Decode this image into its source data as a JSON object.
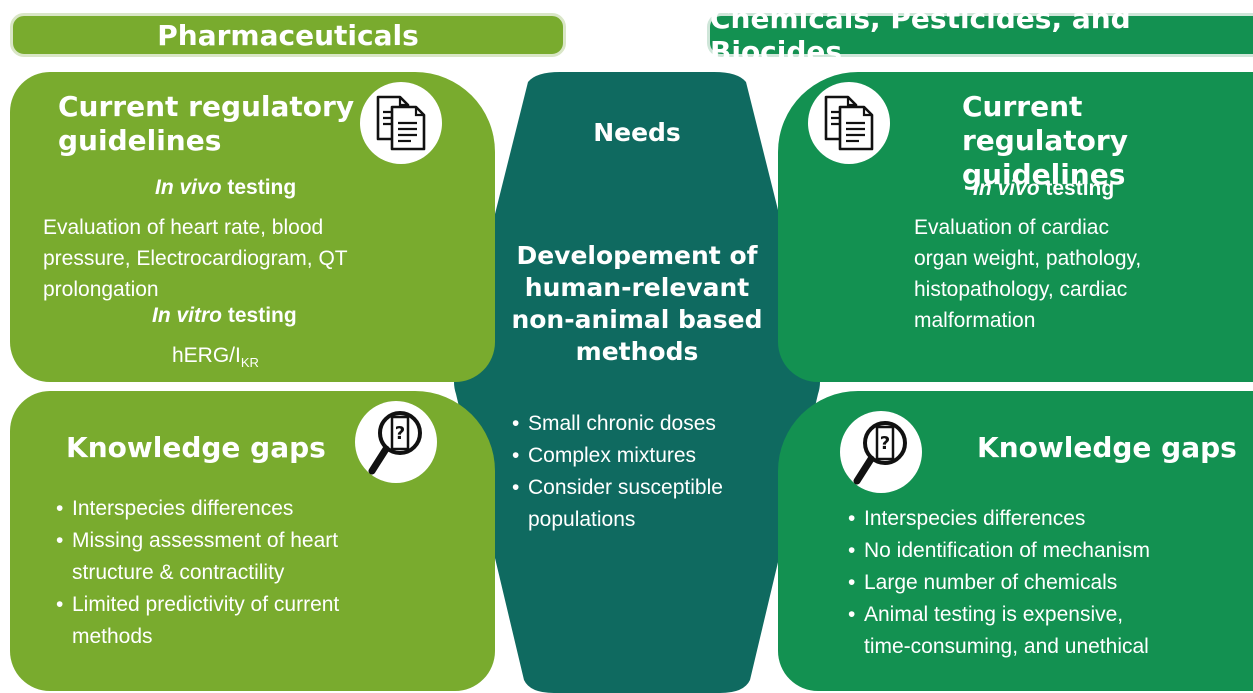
{
  "headers": {
    "left": "Pharmaceuticals",
    "right": "Chemicals, Pesticides, and Biocides"
  },
  "pharma": {
    "guidelines": {
      "title_line1": "Current regulatory",
      "title_line2": "guidelines",
      "invivo_italic": "In vivo",
      "invivo_rest": " testing",
      "invivo_lines": [
        "Evaluation of heart rate, blood",
        "pressure, Electrocardiogram, QT",
        "prolongation"
      ],
      "invitro_italic": "In vitro",
      "invitro_rest": " testing",
      "invitro_main": "hERG/I",
      "invitro_sub": "KR"
    },
    "gaps": {
      "title": "Knowledge gaps",
      "items": [
        [
          "Interspecies differences"
        ],
        [
          "Missing assessment of heart",
          "structure & contractility"
        ],
        [
          "Limited predictivity of current",
          "methods"
        ]
      ]
    }
  },
  "center": {
    "title": "Needs",
    "headline_lines": [
      "Developement of",
      "human-relevant",
      "non-animal based",
      "methods"
    ],
    "items": [
      [
        "Small chronic doses"
      ],
      [
        "Complex mixtures"
      ],
      [
        "Consider susceptible",
        "populations"
      ]
    ]
  },
  "chemicals": {
    "guidelines": {
      "title_line1": "Current regulatory",
      "title_line2": "guidelines",
      "invivo_italic": "In vivo",
      "invivo_rest": " testing",
      "invivo_lines": [
        "Evaluation of cardiac",
        "organ weight, pathology,",
        "histopathology, cardiac",
        "malformation"
      ]
    },
    "gaps": {
      "title": "Knowledge gaps",
      "items": [
        [
          "Interspecies differences"
        ],
        [
          "No identification of mechanism"
        ],
        [
          "Large number of chemicals"
        ],
        [
          "Animal testing is expensive,",
          "time-consuming, and unethical"
        ]
      ]
    }
  },
  "icons": {
    "documents": "documents-icon",
    "magnifier": "magnifier-question-icon"
  },
  "colors": {
    "pharma_green": "#79ab2e",
    "chem_green": "#139151",
    "center_teal": "#0f6a60"
  }
}
